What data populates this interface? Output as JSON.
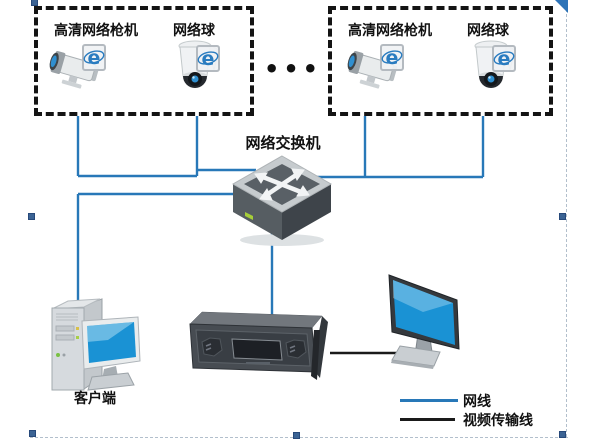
{
  "diagram": {
    "groups": [
      {
        "bullet_camera_label": "高清网络枪机",
        "dome_camera_label": "网络球"
      },
      {
        "bullet_camera_label": "高清网络枪机",
        "dome_camera_label": "网络球"
      }
    ],
    "ellipsis": "•••",
    "switch_label": "网络交换机",
    "client_label": "客户端",
    "legend": {
      "network_cable": {
        "label": "网线",
        "color": "#2878b8"
      },
      "video_cable": {
        "label": "视频传输线",
        "color": "#1a1a1a"
      }
    },
    "icons": {
      "ie_badge_glyph": "e"
    }
  },
  "selection": {
    "handle_color": "#3b6394"
  }
}
